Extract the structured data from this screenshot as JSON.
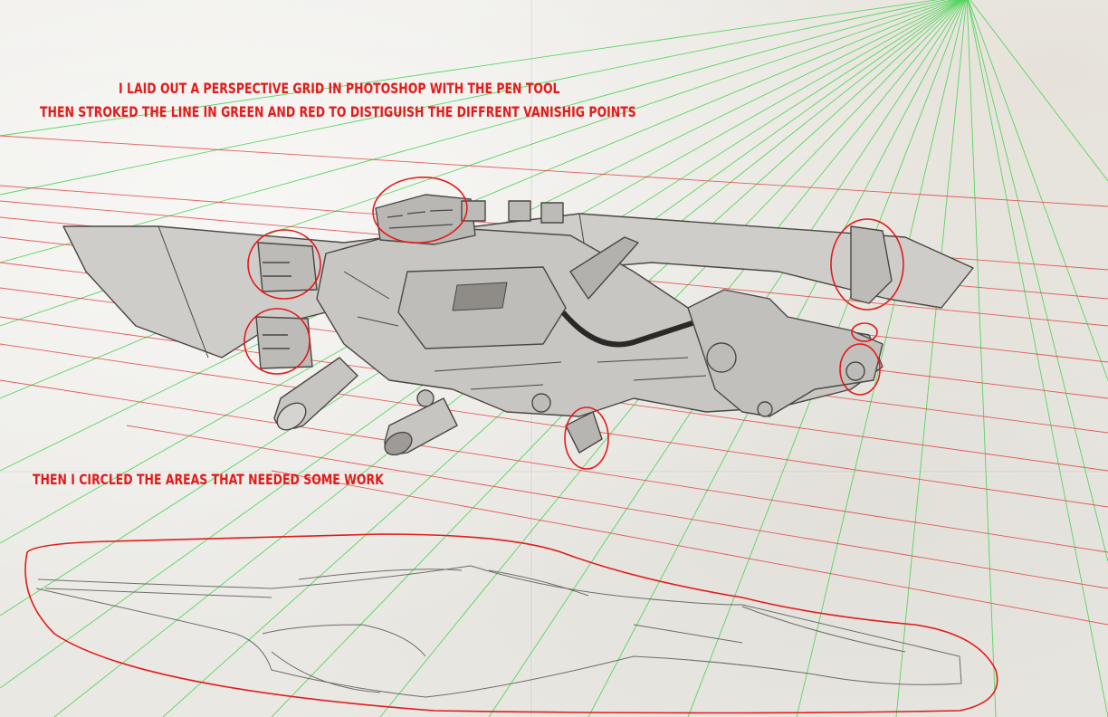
{
  "annotations": {
    "line1": "I LAID OUT A PERSPECTIVE GRID IN PHOTOSHOP WITH THE PEN TOOL",
    "line2": "THEN STROKED THE LINE IN GREEN AND RED TO DISTIGUISH THE DIFFRENT VANISHIG POINTS",
    "line3": "THEN I CIRCLED THE AREAS THAT NEEDED SOME WORK"
  },
  "colors": {
    "annotation_red": "#e31b1b",
    "grid_green": "#3fd24a",
    "grid_red": "#e23a3a",
    "sketch": "#4a4744",
    "body_fill": "#cfcdca"
  }
}
